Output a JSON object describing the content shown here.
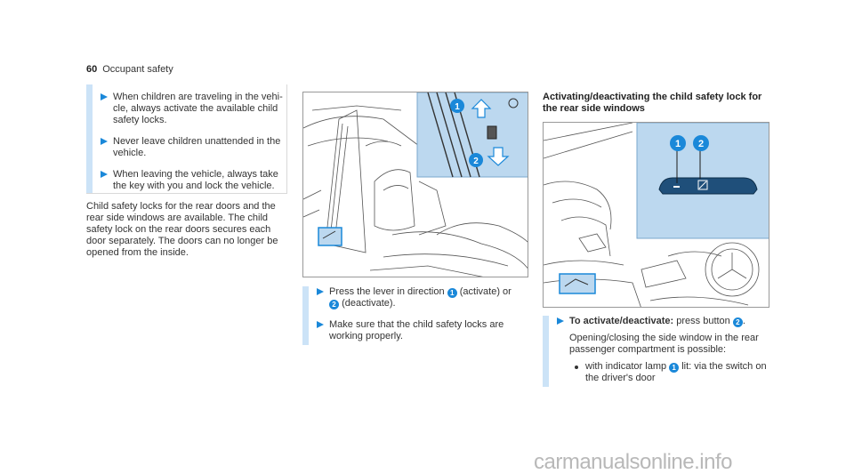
{
  "header": {
    "page_number": "60",
    "section_title": "Occupant safety"
  },
  "warnings": [
    "When children are traveling in the vehi- cle, always activate the available child safety locks.",
    "Never leave children unattended in the vehicle.",
    "When leaving the vehicle, always take the key with you and lock the vehicle."
  ],
  "intro_paragraph": "Child safety locks for the rear doors and the rear side windows are available. The child safety lock on the rear doors secures each door separately. The doors can no longer be opened from the inside.",
  "door_steps": {
    "step1_pre": "Press the lever in direction",
    "step1_num1": "1",
    "step1_mid": "(activate) or",
    "step1_num2": "2",
    "step1_post": "(deactivate).",
    "step2": "Make sure that the child safety locks are working properly."
  },
  "figure_labels": {
    "one": "1",
    "two": "2"
  },
  "window_section": {
    "heading": "Activating/deactivating the child safety lock for the rear side windows",
    "step_bold": "To activate/deactivate:",
    "step_rest": "press button",
    "step_num": "2",
    "step_end": ".",
    "paragraph": "Opening/closing the side window in the rear passenger compartment is possible:",
    "bullet_pre": "with indicator lamp",
    "bullet_num": "1",
    "bullet_post": "lit: via the switch on the driver's door"
  },
  "colors": {
    "accent": "#1a88d9",
    "bar": "#cce3f7",
    "callout": "#bcd8ef"
  },
  "watermark": "carmanualsonline.info"
}
